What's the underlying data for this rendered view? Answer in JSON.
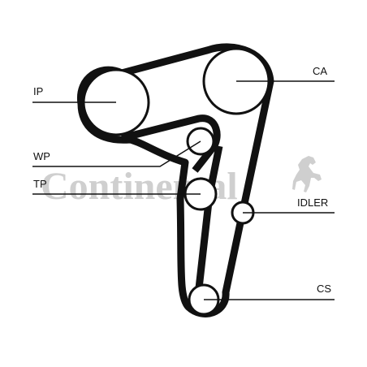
{
  "watermark": {
    "text": "Continental",
    "logo": "rearing-horse-icon",
    "color": "#cfcfcf"
  },
  "belt": {
    "color": "#111111"
  },
  "pulleys": [
    {
      "id": "ip",
      "label": "IP"
    },
    {
      "id": "ca",
      "label": "CA"
    },
    {
      "id": "wp",
      "label": "WP"
    },
    {
      "id": "tp",
      "label": "TP"
    },
    {
      "id": "idler",
      "label": "IDLER"
    },
    {
      "id": "cs",
      "label": "CS"
    }
  ]
}
